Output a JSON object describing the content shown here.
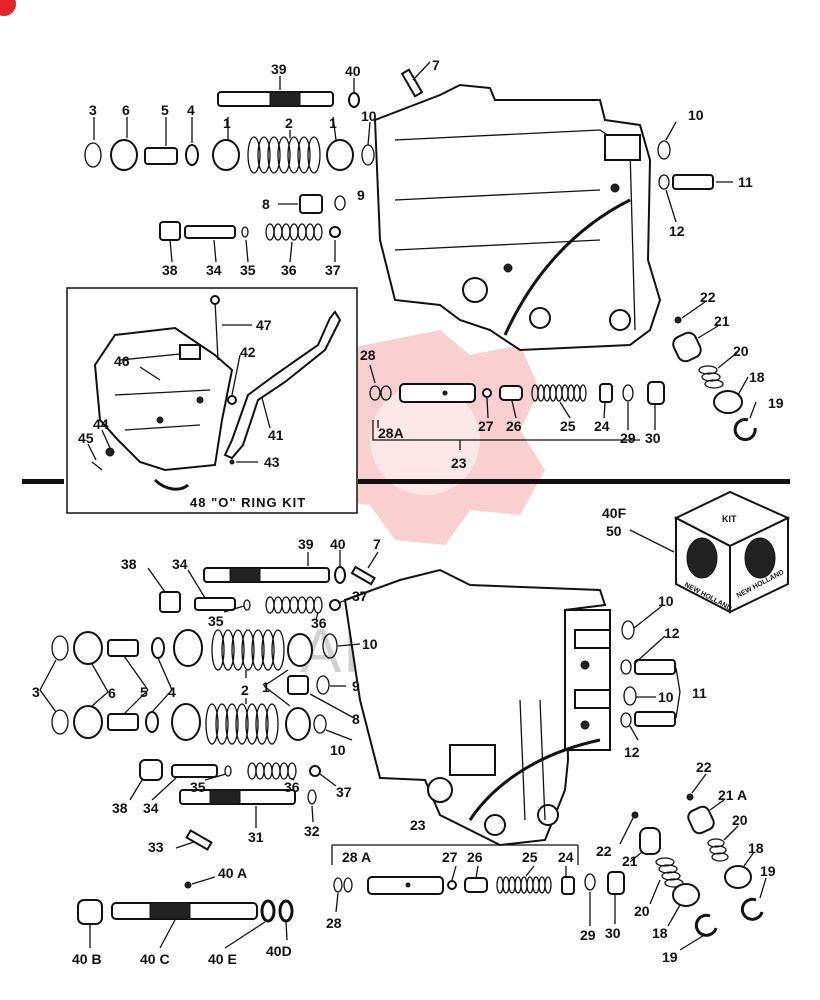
{
  "labels_top": {
    "l39": "39",
    "l40": "40",
    "l7": "7",
    "l3": "3",
    "l6": "6",
    "l5": "5",
    "l4": "4",
    "l1a": "1",
    "l2": "2",
    "l1b": "1",
    "l10a": "10",
    "l10b": "10",
    "l11": "11",
    "l12": "12",
    "l8": "8",
    "l9": "9",
    "l38": "38",
    "l34": "34",
    "l35": "35",
    "l36": "36",
    "l37": "37",
    "l22": "22",
    "l21": "21",
    "l20": "20",
    "l18": "18",
    "l19": "19",
    "l28": "28",
    "l28a": "28A",
    "l27": "27",
    "l26": "26",
    "l25": "25",
    "l24": "24",
    "l29": "29",
    "l30": "30",
    "l23": "23"
  },
  "inset": {
    "caption": "48 \"O\" RING KIT",
    "l47": "47",
    "l46": "46",
    "l42": "42",
    "l41": "41",
    "l43": "43",
    "l44": "44",
    "l45": "45"
  },
  "kit": {
    "label1": "40F",
    "label2": "50",
    "face_text": "KIT",
    "brand": "NEW HOLLAND"
  },
  "labels_bottom": {
    "l38": "38",
    "l34": "34",
    "l39": "39",
    "l40": "40",
    "l7": "7",
    "l37": "37",
    "l35": "35",
    "l36": "36",
    "l10a": "10",
    "l12a": "12",
    "l3": "3",
    "l6": "6",
    "l5": "5",
    "l4": "4",
    "l2": "2",
    "l1": "1",
    "l9": "9",
    "l8": "8",
    "l10b": "10",
    "l11": "11",
    "l10c": "10",
    "l12b": "12",
    "l22a": "22",
    "l21a": "21 A",
    "l20a": "20",
    "l18a": "18",
    "l19a": "19",
    "l38b": "38",
    "l34b": "34",
    "l35b": "35",
    "l36b": "36",
    "l37b": "37",
    "l31": "31",
    "l32": "32",
    "l33": "33",
    "l40a": "40 A",
    "l40b": "40 B",
    "l40c": "40 C",
    "l40e": "40 E",
    "l40d": "40D",
    "l23": "23",
    "l28a": "28 A",
    "l27": "27",
    "l26": "26",
    "l25": "25",
    "l24": "24",
    "l28": "28",
    "l29": "29",
    "l30": "30",
    "l22b": "22",
    "l21b": "21",
    "l20b": "20",
    "l18b": "18",
    "l19b": "19"
  },
  "watermark": {
    "text": "AHTEX"
  },
  "colors": {
    "ink": "#111111",
    "watermark": "#e8262a",
    "badge": "#e0262a"
  }
}
